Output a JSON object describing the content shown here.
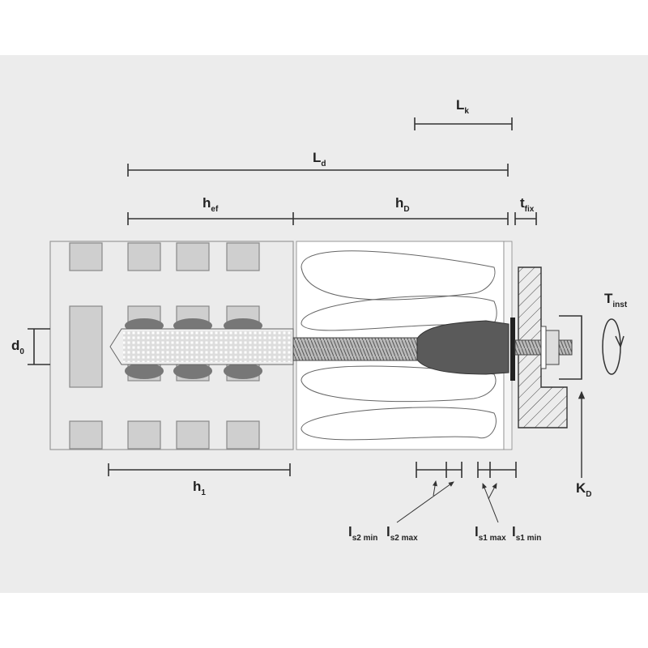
{
  "labels": {
    "Lk": {
      "main": "L",
      "sub": "k"
    },
    "Ld": {
      "main": "L",
      "sub": "d"
    },
    "hef": {
      "main": "h",
      "sub": "ef"
    },
    "hD": {
      "main": "h",
      "sub": "D"
    },
    "tfix": {
      "main": "t",
      "sub": "fix"
    },
    "d0": {
      "main": "d",
      "sub": "0"
    },
    "h1": {
      "main": "h",
      "sub": "1"
    },
    "Tinst": {
      "main": "T",
      "sub": "inst"
    },
    "KD": {
      "main": "K",
      "sub": "D"
    },
    "ls2min": {
      "main": "l",
      "sub": "s2 min"
    },
    "ls2max": {
      "main": "l",
      "sub": "s2 max"
    },
    "ls1max": {
      "main": "l",
      "sub": "s1 max"
    },
    "ls1min": {
      "main": "l",
      "sub": "s1 min"
    }
  },
  "colors": {
    "panel": "#ececec",
    "plug": "#5a5a5a",
    "block": "#cfcfcf"
  }
}
